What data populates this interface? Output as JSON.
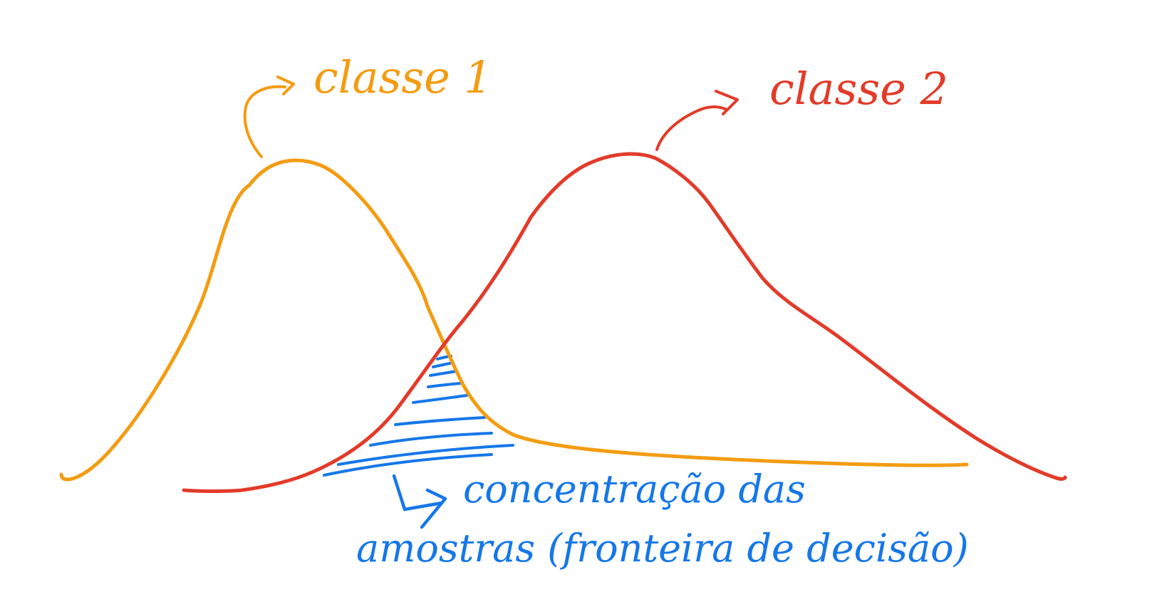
{
  "labels": {
    "class1": "classe 1",
    "class2": "classe 2",
    "note_line1": "concentração das",
    "note_line2": "amostras (fronteira de decisão)"
  },
  "colors": {
    "class1": "#f39c12",
    "class2": "#e23b2a",
    "note": "#1577e8"
  }
}
